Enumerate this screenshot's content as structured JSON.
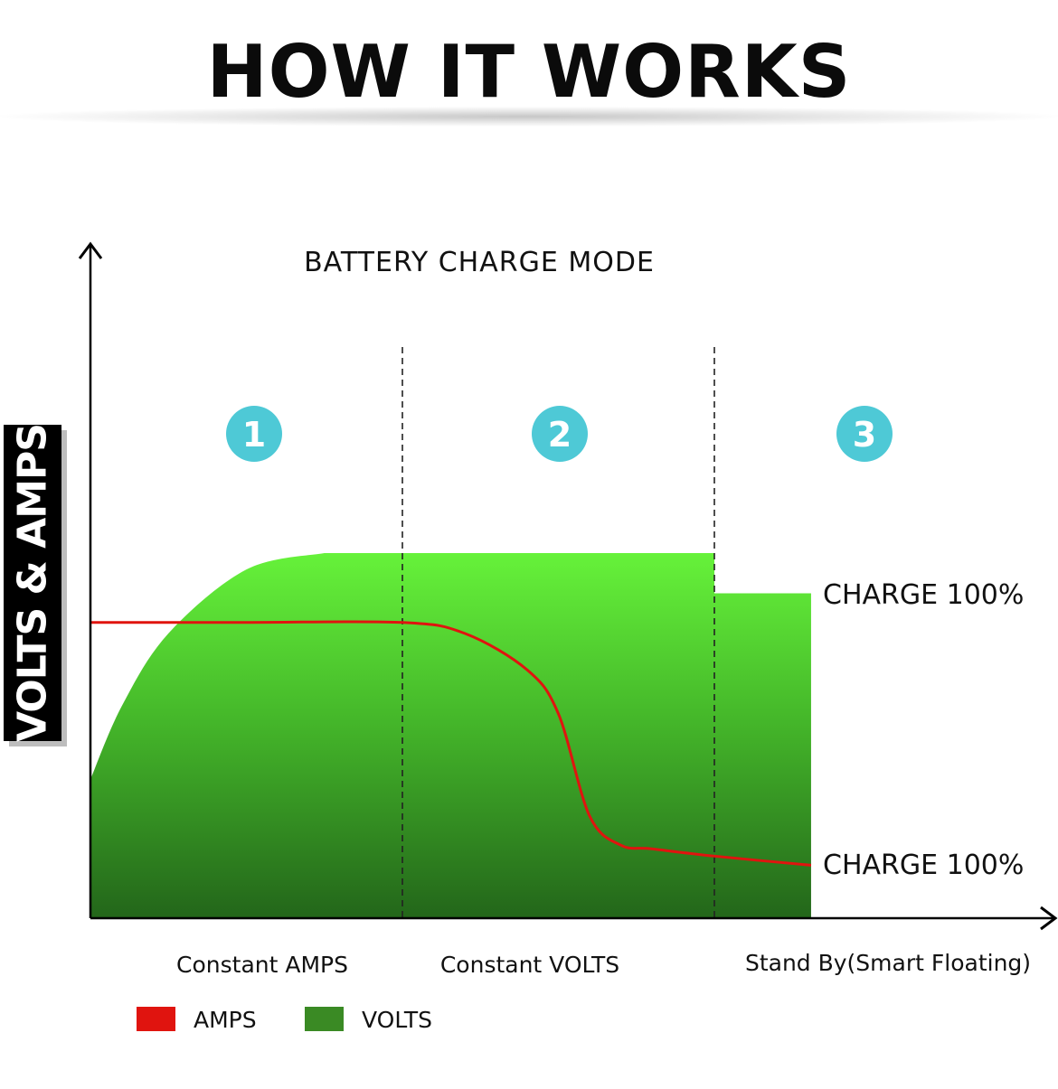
{
  "headline": "HOW IT WORKS",
  "chart_data": {
    "type": "area",
    "title": "BATTERY CHARGE MODE",
    "ylabel": "VOLTS & AMPS",
    "xlabel": "",
    "stages": [
      {
        "number": "1",
        "label": "Constant AMPS"
      },
      {
        "number": "2",
        "label": "Constant VOLTS"
      },
      {
        "number": "3",
        "label": "Stand By(Smart Floating)"
      }
    ],
    "xlim": [
      0,
      3
    ],
    "ylim": [
      0,
      1
    ],
    "stage_boundaries": [
      1,
      2
    ],
    "series": [
      {
        "name": "VOLTS",
        "color": "#3a8a24",
        "x": [
          0,
          0.1,
          0.25,
          0.5,
          0.75,
          1.0,
          1.5,
          2.0,
          2.0,
          2.31
        ],
        "values": [
          0.38,
          0.58,
          0.78,
          0.955,
          1.0,
          1.0,
          1.0,
          1.0,
          0.89,
          0.89
        ]
      },
      {
        "name": "AMPS",
        "color": "#e0140f",
        "x": [
          0,
          0.5,
          1.0,
          1.2,
          1.4,
          1.5,
          1.6,
          1.7,
          1.8,
          2.0,
          2.31
        ],
        "values": [
          0.81,
          0.81,
          0.81,
          0.78,
          0.68,
          0.56,
          0.28,
          0.2,
          0.19,
          0.17,
          0.145
        ]
      }
    ],
    "annotations": [
      {
        "text": "CHARGE 100%",
        "series": "VOLTS"
      },
      {
        "text": "CHARGE 100%",
        "series": "AMPS"
      }
    ],
    "legend": {
      "position": "bottom-left",
      "items": [
        {
          "label": "AMPS",
          "color": "#e0140f"
        },
        {
          "label": "VOLTS",
          "color": "#3a8a24"
        }
      ]
    },
    "stage_badge_color": "#4ec9d6",
    "grid": false
  }
}
